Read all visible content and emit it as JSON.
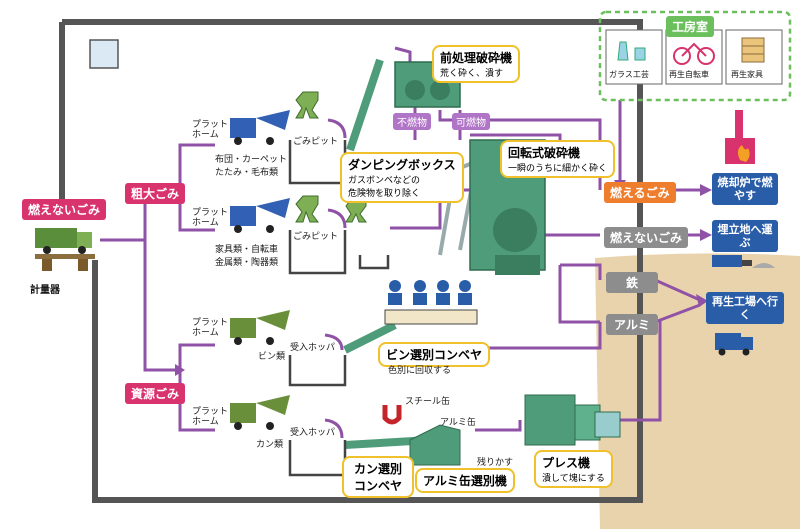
{
  "left_source": {
    "title": "燃えないごみ",
    "scale_label": "計量器"
  },
  "branches": {
    "bulky": "粗大ごみ",
    "resource": "資源ごみ"
  },
  "platforms": [
    "プラットホーム",
    "プラットホーム",
    "プラットホーム",
    "プラットホーム"
  ],
  "pit_labels": [
    "ごみピット",
    "ごみピット"
  ],
  "hopper_labels": [
    "受入ホッパ",
    "受入ホッパ"
  ],
  "waste_types": {
    "futon": "布団・カーペット",
    "tatami": "たたみ・毛布類",
    "kagu": "家具類・自転車",
    "kinzoku": "金属類・陶器類",
    "bin": "ビン類",
    "can": "カン類"
  },
  "dumping_box": {
    "title": "ダンピングボックス",
    "desc1": "ガスボンベなどの",
    "desc2": "危険物を取り除く"
  },
  "pre_crusher": {
    "title": "前処理破砕機",
    "desc": "荒く砕く、潰す"
  },
  "sort_badges": {
    "nonburn": "不燃物",
    "burn": "可燃物"
  },
  "rotary_crusher": {
    "title": "回転式破砕機",
    "desc": "一瞬のうちに細かく砕く"
  },
  "workshop": {
    "title": "工房室",
    "glass": "ガラス工芸",
    "bike": "再生自転車",
    "furniture": "再生家具"
  },
  "outputs": {
    "burnable": "燃えるごみ",
    "nonburnable": "燃えないごみ",
    "iron": "鉄",
    "aluminum": "アルミ"
  },
  "destinations": {
    "incinerator": "焼却炉で燃やす",
    "landfill": "埋立地へ運ぶ",
    "recycle": "再生工場へ行く"
  },
  "bottle_conveyor": {
    "title": "ビン選別コンベヤ",
    "desc": "色別に回収する"
  },
  "can_conveyor": {
    "title": "カン選別コンベヤ"
  },
  "al_sorter": {
    "title": "アルミ缶選別機"
  },
  "steel_can": "スチール缶",
  "al_can": "アルミ缶",
  "residue": "残りかす",
  "press": {
    "title": "プレス機",
    "desc": "潰して塊にする"
  },
  "colors": {
    "pink": "#d8336d",
    "orange": "#ee7d2e",
    "blue": "#2a5da8",
    "purple": "#8f52a6",
    "green": "#4f9c7a",
    "yellow": "#f0c12a",
    "ground": "#e9d3ad"
  }
}
